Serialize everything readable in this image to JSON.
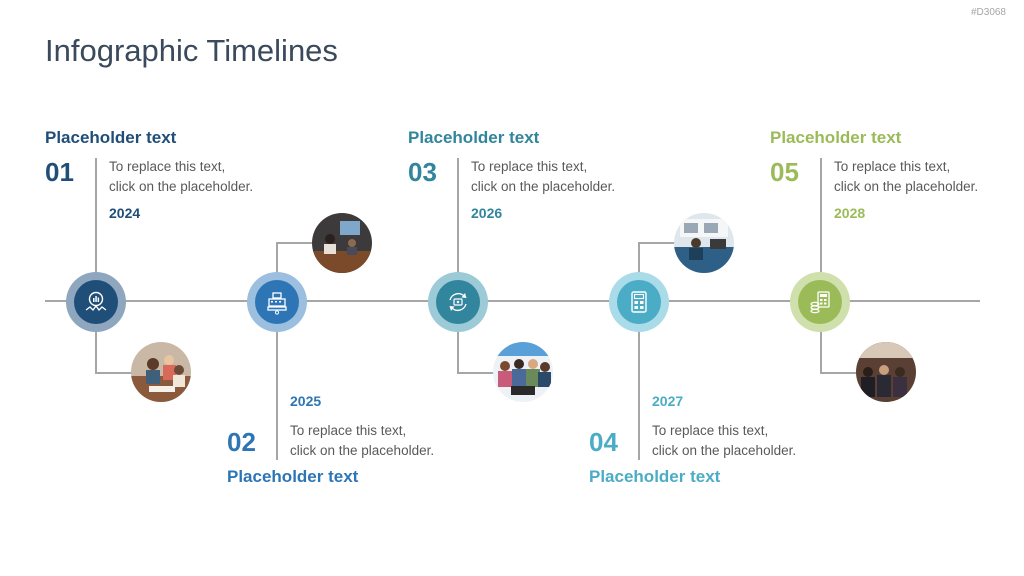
{
  "slide_id": "#D3068",
  "title": "Infographic Timelines",
  "milestones": [
    {
      "number": "01",
      "heading": "Placeholder text",
      "desc_line1": "To replace this text,",
      "desc_line2": "click on the placeholder.",
      "year": "2024",
      "color": "#1f4e79",
      "ring": "#8fa6bf",
      "icon": "idea-chart-icon"
    },
    {
      "number": "02",
      "heading": "Placeholder text",
      "desc_line1": "To replace this text,",
      "desc_line2": "click on the placeholder.",
      "year": "2025",
      "color": "#2e75b6",
      "ring": "#9cbfe0",
      "icon": "cash-register-icon"
    },
    {
      "number": "03",
      "heading": "Placeholder text",
      "desc_line1": "To replace this text,",
      "desc_line2": "click on the placeholder.",
      "year": "2026",
      "color": "#31859c",
      "ring": "#9ccad6",
      "icon": "cycle-settings-icon"
    },
    {
      "number": "04",
      "heading": "Placeholder text",
      "desc_line1": "To replace this text,",
      "desc_line2": "click on the placeholder.",
      "year": "2027",
      "color": "#4bacc6",
      "ring": "#a9dbe8",
      "icon": "calculator-icon"
    },
    {
      "number": "05",
      "heading": "Placeholder text",
      "desc_line1": "To replace this text,",
      "desc_line2": "click on the placeholder.",
      "year": "2028",
      "color": "#9bbb59",
      "ring": "#cfe0ad",
      "icon": "money-calculator-icon"
    }
  ]
}
